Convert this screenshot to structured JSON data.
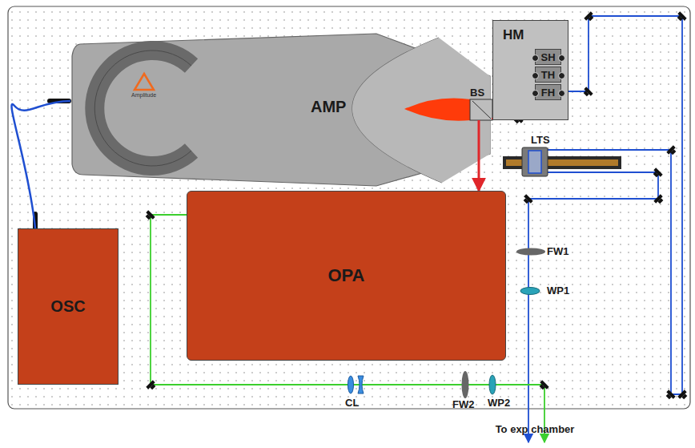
{
  "diagram": {
    "nodes": [
      {
        "text": [
          "AMP"
        ]
      },
      {
        "text": [
          "HM"
        ]
      },
      {
        "text": [
          "SH"
        ],
        "in": 1
      },
      {
        "text": [
          "TH"
        ],
        "in": 1
      },
      {
        "text": [
          "FH"
        ],
        "in": 1
      },
      {
        "text": [
          "OSC"
        ]
      },
      {
        "text": [
          "OPA"
        ]
      }
    ],
    "edges": [
      {
        "from": 5,
        "to": 0,
        "arrow": "none"
      },
      {
        "from": 0,
        "to": 6,
        "arrow": "to"
      },
      {
        "from": 0,
        "to": 4,
        "arrow": "to"
      }
    ],
    "labels": [
      "Amplitude",
      "BS",
      "LTS",
      "FW1",
      "WP1",
      "CL",
      "FW2",
      "WP2",
      "To exp chamber"
    ]
  }
}
